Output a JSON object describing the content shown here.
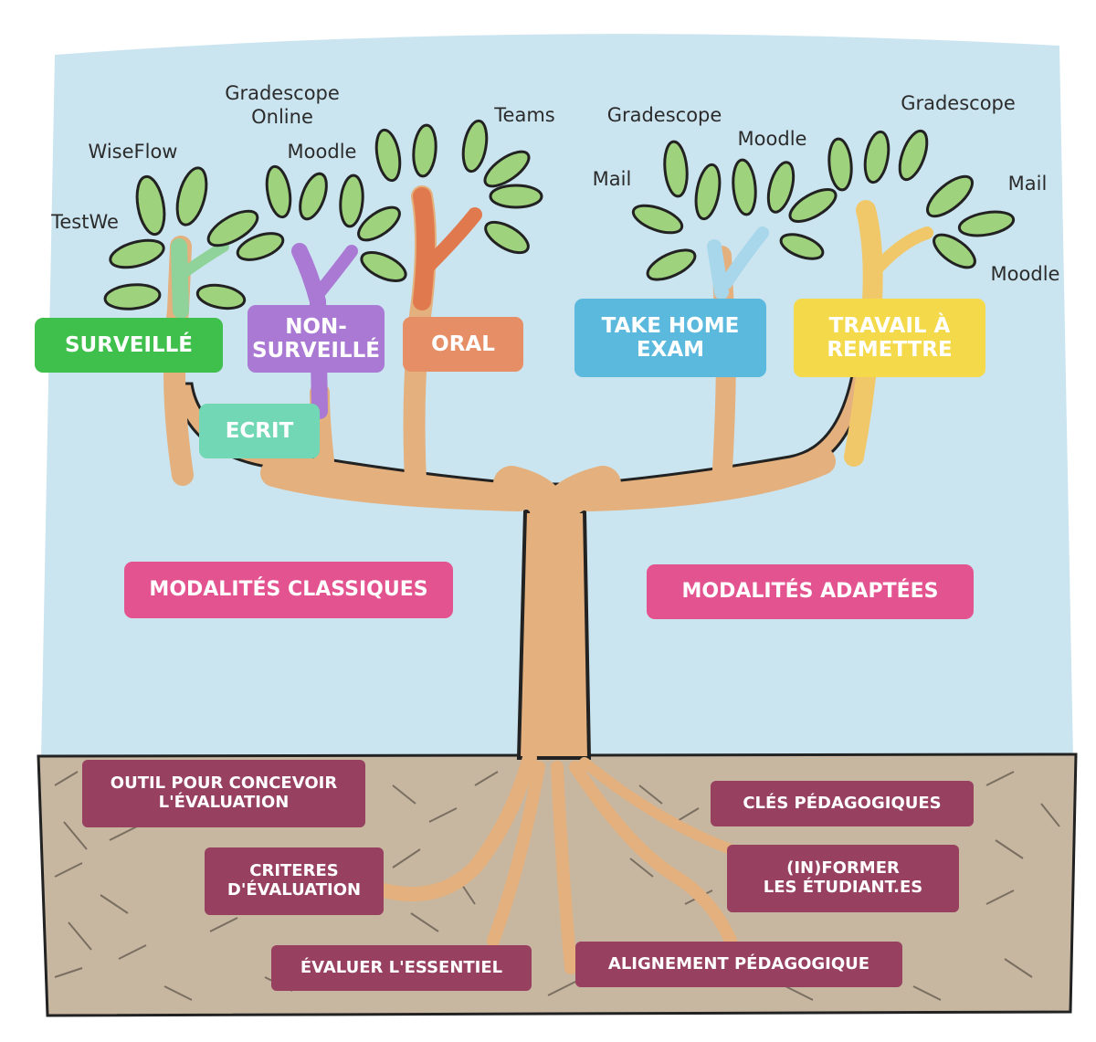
{
  "colors": {
    "sky": "#cbe5f0",
    "soil": "#c7b7a1",
    "trunk": "#e3b07e",
    "leaf": "#9fd27d",
    "surveille": "#3fbf4b",
    "ecrit": "#72d7b4",
    "non_surveille": "#a979d4",
    "oral": "#e68f66",
    "take_home": "#5bb9de",
    "travail": "#f4d94a",
    "modalites": "#e3538f",
    "roots": "#97405f"
  },
  "branches": {
    "surveille": "SURVEILLÉ",
    "ecrit": "ECRIT",
    "non_surveille": "NON-\nSURVEILLÉ",
    "oral": "ORAL",
    "take_home": "TAKE HOME\nEXAM",
    "travail": "TRAVAIL À\nREMETTRE"
  },
  "modalites": {
    "classiques": "MODALITÉS CLASSIQUES",
    "adaptees": "MODALITÉS ADAPTÉES"
  },
  "roots": {
    "outil": "OUTIL POUR CONCEVOIR\nL'ÉVALUATION",
    "criteres": "CRITERES\nD'ÉVALUATION",
    "essentiel": "ÉVALUER L'ESSENTIEL",
    "cles": "CLÉS PÉDAGOGIQUES",
    "informer": "(IN)FORMER\nLES ÉTUDIANT.ES",
    "alignement": "ALIGNEMENT PÉDAGOGIQUE"
  },
  "tools": {
    "testwe": "TestWe",
    "wiseflow": "WiseFlow",
    "gradescope_online": "Gradescope\nOnline",
    "moodle_1": "Moodle",
    "teams": "Teams",
    "gradescope_1": "Gradescope",
    "moodle_2": "Moodle",
    "mail_1": "Mail",
    "gradescope_2": "Gradescope",
    "mail_2": "Mail",
    "moodle_3": "Moodle"
  }
}
